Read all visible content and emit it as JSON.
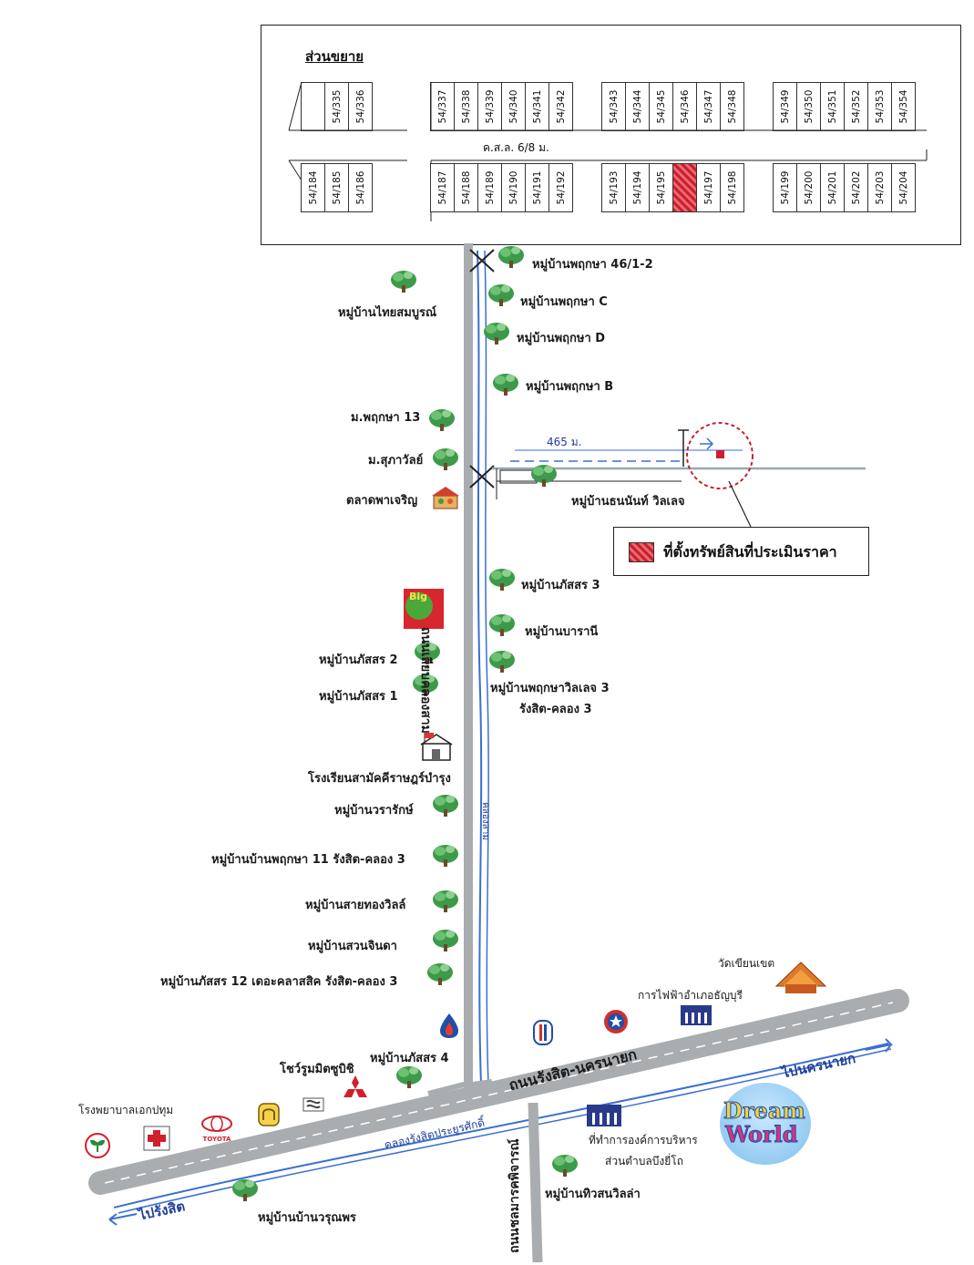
{
  "inset": {
    "title": "ส่วนขยาย",
    "road_label": "ค.ส.ล. 6/8 ม.",
    "top_groups": [
      [
        "",
        "54/335",
        "54/336"
      ],
      [
        "54/337",
        "54/338",
        "54/339",
        "54/340",
        "54/341",
        "54/342"
      ],
      [
        "54/343",
        "54/344",
        "54/345",
        "54/346",
        "54/347",
        "54/348"
      ],
      [
        "54/349",
        "54/350",
        "54/351",
        "54/352",
        "54/353",
        "54/354"
      ]
    ],
    "bottom_groups": [
      [
        "54/184",
        "54/185",
        "54/186"
      ],
      [
        "54/187",
        "54/188",
        "54/189",
        "54/190",
        "54/191",
        "54/192"
      ],
      [
        "54/193",
        "54/194",
        "54/195",
        "",
        "54/197",
        "54/198"
      ],
      [
        "54/199",
        "54/200",
        "54/201",
        "54/202",
        "54/203",
        "54/204"
      ]
    ]
  },
  "legend": {
    "label": "ที่ตั้งทรัพย์สินที่ประเมินราคา",
    "color": "#cc1f2d"
  },
  "distance": "465 ม.",
  "roads": {
    "main_vertical": "ถนนเลียบคลองสาม",
    "canal_vertical": "คลองสาม",
    "main_diagonal": "ถนนรังสิต-นครนายก",
    "canal_diagonal": "คลองรังสิตประยูรศักดิ์",
    "lower_vertical": "ถนนชลมารคพิจารณ์",
    "to_nakhon_nayok": "ไปนครนายก",
    "to_rangsit": "ไปรังสิต"
  },
  "places": {
    "p1": "หมู่บ้านพฤกษา 46/1-2",
    "p2": "หมู่บ้านพฤกษา C",
    "p3": "หมู่บ้านไทยสมบูรณ์",
    "p4": "หมู่บ้านพฤกษา D",
    "p5": "หมู่บ้านพฤกษา B",
    "p6": "ม.พฤกษา 13",
    "p7": "ม.สุภาวัลย์",
    "p8": "ตลาดพาเจริญ",
    "p9": "หมู่บ้านธนนันท์ วิลเลจ",
    "p10": "หมู่บ้านภัสสร 3",
    "p11": "หมู่บ้านบารานี",
    "p12": "หมู่บ้านภัสสร 2",
    "p13": "หมู่บ้านภัสสร 1",
    "p14": "หมู่บ้านพฤกษาวิลเลจ 3",
    "p15": "รังสิต-คลอง 3",
    "p16": "โรงเรียนสามัคคีราษฎร์บำรุง",
    "p17": "หมู่บ้านวรารักษ์",
    "p18": "หมู่บ้านบ้านพฤกษา 11 รังสิต-คลอง 3",
    "p19": "หมู่บ้านสายทองวิลล์",
    "p20": "หมู่บ้านสวนจินดา",
    "p21": "หมู่บ้านภัสสร 12 เดอะคลาสสิค รังสิต-คลอง 3",
    "p22": "วัดเขียนเขต",
    "p23": "การไฟฟ้าอำเภอธัญบุรี",
    "p24": "หมู่บ้านภัสสร 4",
    "p25": "โชว์รูมมิตซูบิชิ",
    "p26": "โรงพยาบาลเอกปทุม",
    "p27": "ที่ทำการองค์การบริหาร",
    "p28": "ส่วนตำบลบึงยี่โถ",
    "p29": "หมู่บ้านทิวสนวิลล่า",
    "p30": "หมู่บ้านบ้านวรุณพร"
  },
  "logos": {
    "big_c": "Big",
    "toyota": "TOYOTA",
    "dream_world_1": "Dream",
    "dream_world_2": "World"
  },
  "colors": {
    "road": "#a9adb0",
    "canal": "#3a6fd0",
    "tree": "#3c9a4a",
    "marker": "#cc1f2d"
  }
}
